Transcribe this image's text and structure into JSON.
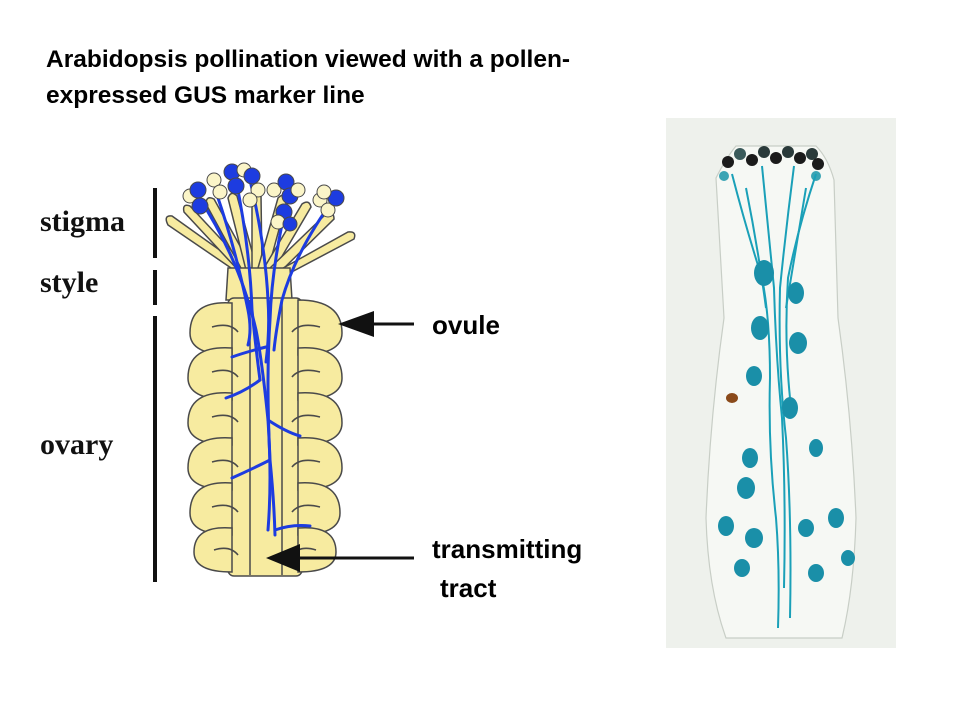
{
  "title": {
    "line1": "Arabidopsis pollination viewed with a pollen-",
    "line2": "expressed GUS marker line"
  },
  "regions": {
    "stigma": "stigma",
    "style": "style",
    "ovary": "ovary"
  },
  "callouts": {
    "ovule": "ovule",
    "transmitting_line1": "transmitting",
    "transmitting_line2": "tract"
  },
  "colors": {
    "tissue_yellow": "#f7eba0",
    "tissue_outline": "#4a4a4a",
    "pollen_blue": "#1d3ce0",
    "gus_stain": "#1aa0b8",
    "photo_background": "#eef1ec"
  }
}
